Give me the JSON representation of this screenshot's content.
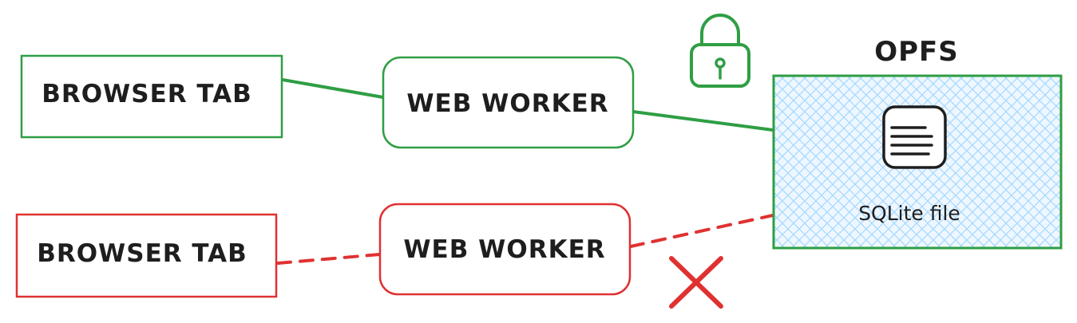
{
  "colors": {
    "ok": "#2f9e44",
    "blocked": "#e03131",
    "ink": "#1e1e1e",
    "hatch": "#a5d8ff",
    "hatch_bg": "#eef7ff"
  },
  "diagram": {
    "top_row": {
      "tab_label": "BROWSER TAB",
      "worker_label": "WEB WORKER",
      "status": "connected"
    },
    "bottom_row": {
      "tab_label": "BROWSER TAB",
      "worker_label": "WEB WORKER",
      "status": "blocked"
    },
    "storage": {
      "title": "OPFS",
      "file_label": "SQLite file",
      "file_icon": "document-icon"
    },
    "lock_icon": "lock-icon",
    "blocked_icon": "cross-icon"
  }
}
